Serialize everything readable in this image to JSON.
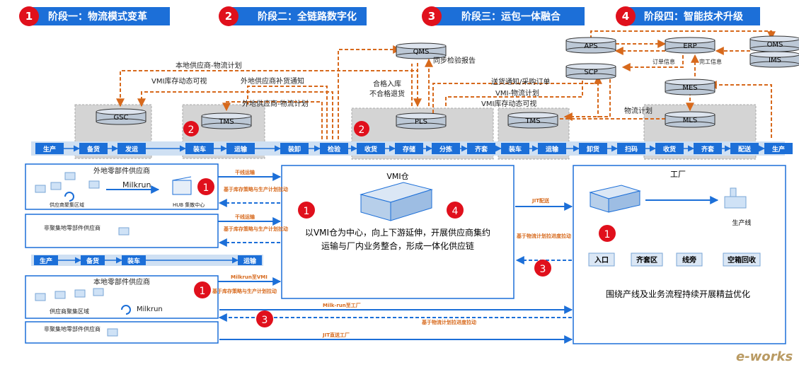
{
  "colors": {
    "blue": "#1c6fd8",
    "red": "#e0101c",
    "orange": "#d7691c",
    "grey": "#d4d4d4",
    "dark": "#222222",
    "phase_bg": "#1c6fd8"
  },
  "phases": [
    {
      "num": "1",
      "label": "阶段一：物流模式变革"
    },
    {
      "num": "2",
      "label": "阶段二：全链路数字化"
    },
    {
      "num": "3",
      "label": "阶段三：运包一体融合"
    },
    {
      "num": "4",
      "label": "阶段四：智能技术升级"
    }
  ],
  "systems": {
    "gsc": "GSC",
    "tms1": "TMS",
    "qms": "QMS",
    "pls": "PLS",
    "tms2": "TMS",
    "aps": "APS",
    "erp": "ERP",
    "oms": "OMS",
    "ims": "IMS",
    "scp": "SCP",
    "mes": "MES",
    "mls": "MLS"
  },
  "flow_labels": {
    "local_plan": "本地供应商-物流计划",
    "vmi_visible": "VMI库存动态可视",
    "local_replenish": "外地供应商补货通知",
    "remote_plan": "外地供应商-物流计划",
    "sync_report": "同步检验报告",
    "pass_in": "合格入库",
    "fail_return": "不合格退货",
    "delivery_notice": "送货通知/采购订单",
    "vmi_plan": "VMI-物流计划",
    "vmi_visible2": "VMI库存动态可视",
    "order_info": "订单信息",
    "done_info": "完工信息",
    "logistics_plan": "物流计划"
  },
  "process": [
    "生产",
    "备货",
    "发运",
    "装车",
    "运输",
    "装卸",
    "检验",
    "收货",
    "存储",
    "分拣",
    "齐套",
    "装车",
    "运输",
    "卸货",
    "扫码",
    "收货",
    "齐套",
    "配送",
    "生产"
  ],
  "supplier_boxes": {
    "remote_supplier": "外地零部件供应商",
    "milkrun": "Milkrun",
    "gather_area": "供应商聚集区域",
    "hub": "HUB 集散中心",
    "non_gather_remote": "非聚集地零部件供应商",
    "local_supplier": "本地零部件供应商",
    "local_gather": "供应商聚集区域",
    "milkrun2": "Milkrun",
    "non_gather_local": "非聚集地零部件供应商"
  },
  "mid_process": [
    "生产",
    "备货",
    "装车",
    "运输"
  ],
  "arrows": {
    "trunk1": "干线运输",
    "pull1": "基于库存策略与生产计划拉动",
    "trunk2": "干线运输",
    "pull2": "基于库存策略与生产计划拉动",
    "milkrun_vmi": "Milkrun至VMI",
    "pull3": "基于库存策略与生产计划拉动",
    "milkrun_factory": "Milk-run至工厂",
    "pull_factory": "基于物流计划拉进度拉动",
    "jit_direct": "JIT直送工厂",
    "jit_delivery": "JIT配送",
    "pull_factory2": "基于物流计划拉进度拉动"
  },
  "vmi": {
    "title": "VMI仓",
    "line1": "以VMI仓为中心，向上下游延伸，开展供应商集约",
    "line2": "运输与厂内业务整合，形成一体化供应链"
  },
  "factory": {
    "title": "工厂",
    "line_label": "生产线",
    "zones": [
      "入口",
      "齐套区",
      "线旁",
      "空箱回收"
    ],
    "footer": "围绕产线及业务流程持续开展精益优化"
  },
  "watermark": "e-works"
}
